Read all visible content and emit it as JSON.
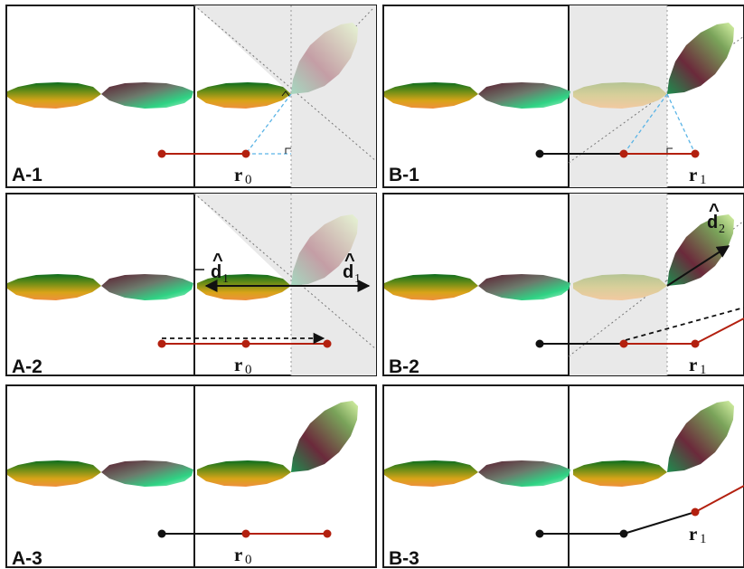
{
  "panels": {
    "a1": {
      "label": "A-1",
      "r_main": "r",
      "r_sub": "0"
    },
    "a2": {
      "label": "A-2",
      "r_main": "r",
      "r_sub": "0",
      "d_left_main": "d",
      "d_left_sub": "1",
      "d_right_main": "d",
      "d_right_sub": "1"
    },
    "a3": {
      "label": "A-3",
      "r_main": "r",
      "r_sub": "0"
    },
    "b1": {
      "label": "B-1",
      "r_main": "r",
      "r_sub": "1"
    },
    "b2": {
      "label": "B-2",
      "r_main": "r",
      "r_sub": "1",
      "d_main": "d",
      "d_sub": "2"
    },
    "b3": {
      "label": "B-3",
      "r_main": "r",
      "r_sub": "1"
    }
  },
  "colors": {
    "frame": "#1a1a1a",
    "shade": "#e9e9e9",
    "chain_red": "#b3200f",
    "chain_black": "#111111",
    "perp_blue": "#5ab4e6",
    "guide_gray": "#777777"
  }
}
